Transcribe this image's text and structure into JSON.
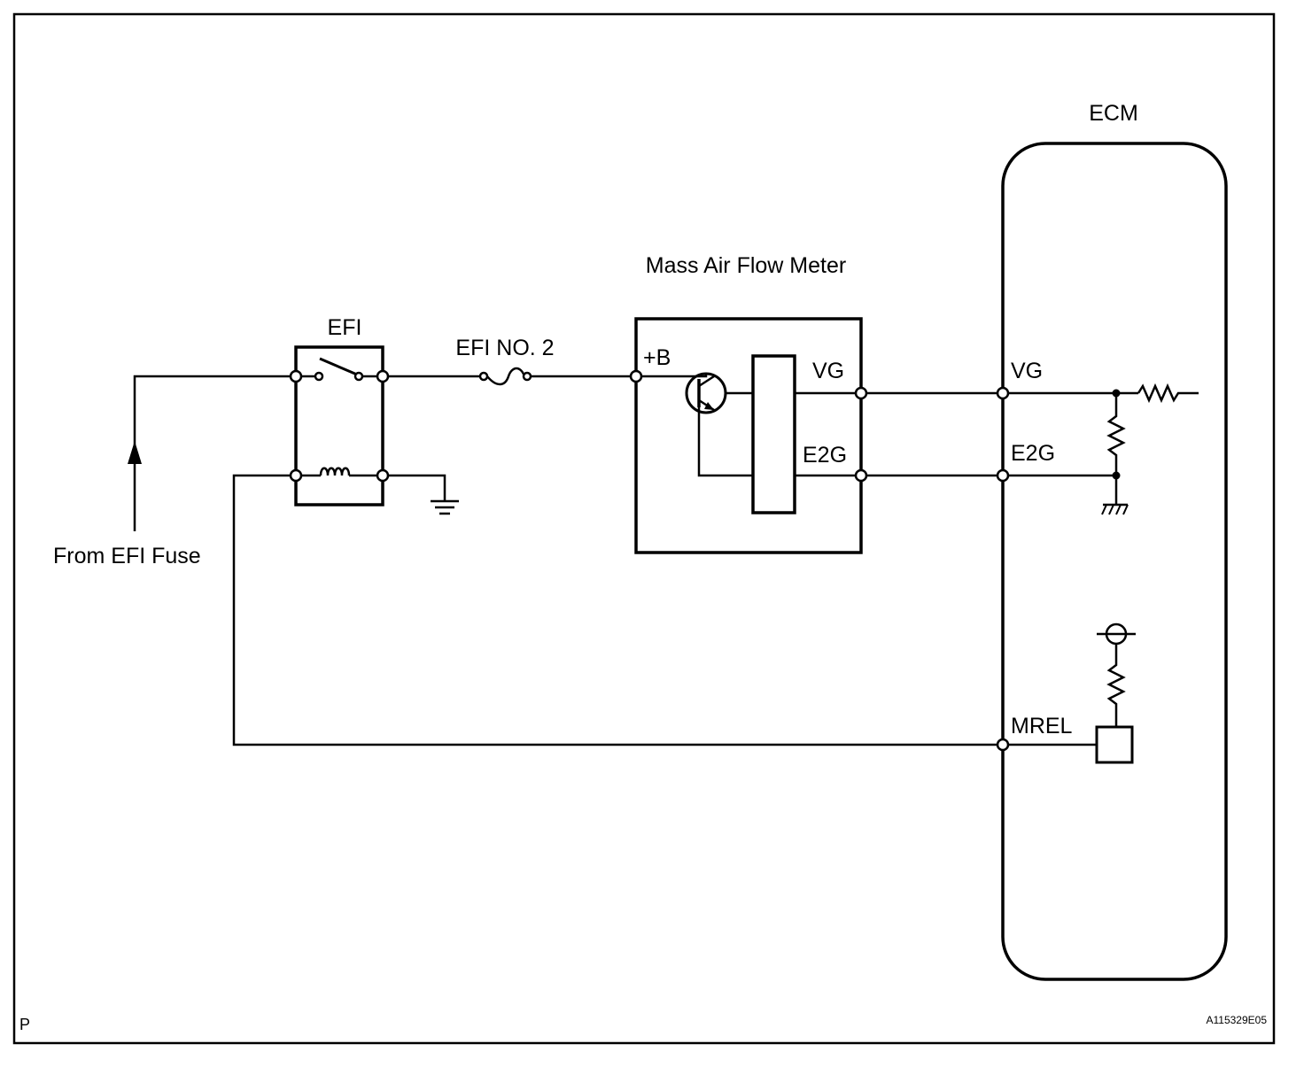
{
  "labels": {
    "ecm": "ECM",
    "maf": "Mass Air Flow Meter",
    "efi_relay": "EFI",
    "efi_fuse": "EFI NO. 2",
    "plus_b": "+B",
    "maf_vg": "VG",
    "maf_e2g": "E2G",
    "ecm_vg": "VG",
    "ecm_e2g": "E2G",
    "ecm_mrel": "MREL",
    "source": "From EFI Fuse",
    "corner": "P",
    "figure_id": "A115329E05"
  },
  "icons": {
    "arrow": "up-arrow-icon",
    "ground": "ground-icon",
    "fuse": "fuse-icon",
    "coil": "relay-coil-icon",
    "switch": "relay-switch-icon",
    "transistor": "transistor-icon",
    "resistor": "resistor-icon"
  }
}
